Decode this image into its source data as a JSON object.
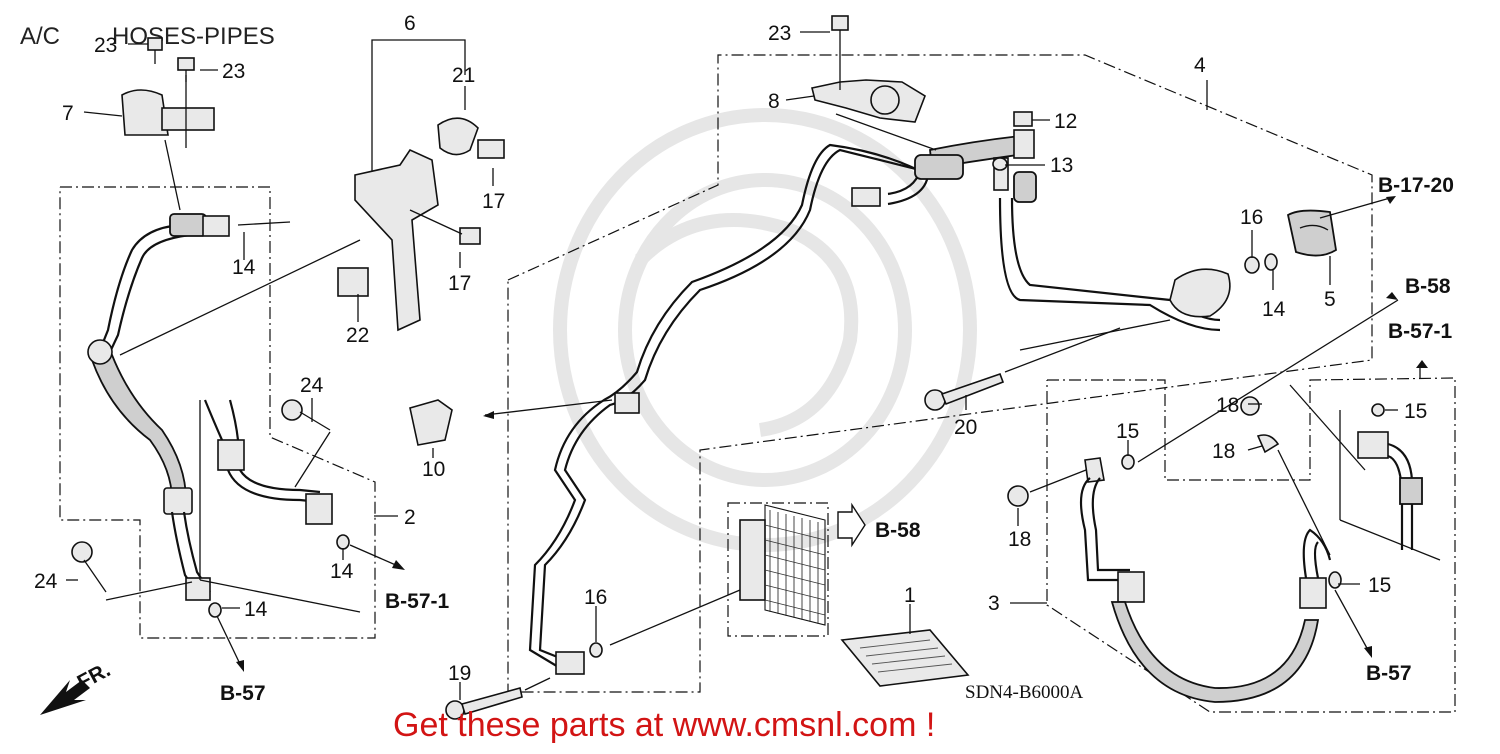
{
  "header": {
    "section": "A/C",
    "title": "HOSES-PIPES"
  },
  "diagram_code": "SDN4-B6000A",
  "promo": "Get these parts at www.cmsnl.com !",
  "direction": "FR.",
  "callouts": [
    {
      "id": "c23a",
      "label": "23"
    },
    {
      "id": "c23b",
      "label": "23"
    },
    {
      "id": "c7",
      "label": "7"
    },
    {
      "id": "c14a",
      "label": "14"
    },
    {
      "id": "c6",
      "label": "6"
    },
    {
      "id": "c21",
      "label": "21"
    },
    {
      "id": "c17a",
      "label": "17"
    },
    {
      "id": "c17b",
      "label": "17"
    },
    {
      "id": "c22",
      "label": "22"
    },
    {
      "id": "c24a",
      "label": "24"
    },
    {
      "id": "c2",
      "label": "2"
    },
    {
      "id": "c14b",
      "label": "14"
    },
    {
      "id": "c24b",
      "label": "24"
    },
    {
      "id": "c14c",
      "label": "14"
    },
    {
      "id": "c10",
      "label": "10"
    },
    {
      "id": "c23c",
      "label": "23"
    },
    {
      "id": "c8",
      "label": "8"
    },
    {
      "id": "c4",
      "label": "4"
    },
    {
      "id": "c12",
      "label": "12"
    },
    {
      "id": "c13",
      "label": "13"
    },
    {
      "id": "c16a",
      "label": "16"
    },
    {
      "id": "c14d",
      "label": "14"
    },
    {
      "id": "c5",
      "label": "5"
    },
    {
      "id": "c20",
      "label": "20"
    },
    {
      "id": "c18a",
      "label": "18"
    },
    {
      "id": "c18b",
      "label": "18"
    },
    {
      "id": "c15a",
      "label": "15"
    },
    {
      "id": "c15b",
      "label": "15"
    },
    {
      "id": "c18c",
      "label": "18"
    },
    {
      "id": "c3",
      "label": "3"
    },
    {
      "id": "c15c",
      "label": "15"
    },
    {
      "id": "c16b",
      "label": "16"
    },
    {
      "id": "c1",
      "label": "1"
    },
    {
      "id": "c19",
      "label": "19"
    }
  ],
  "references": [
    {
      "id": "r1720",
      "label": "B-17-20"
    },
    {
      "id": "r58a",
      "label": "B-58"
    },
    {
      "id": "r571a",
      "label": "B-57-1"
    },
    {
      "id": "r58b",
      "label": "B-58"
    },
    {
      "id": "r571b",
      "label": "B-57-1"
    },
    {
      "id": "r57a",
      "label": "B-57"
    },
    {
      "id": "r57b",
      "label": "B-57"
    }
  ]
}
